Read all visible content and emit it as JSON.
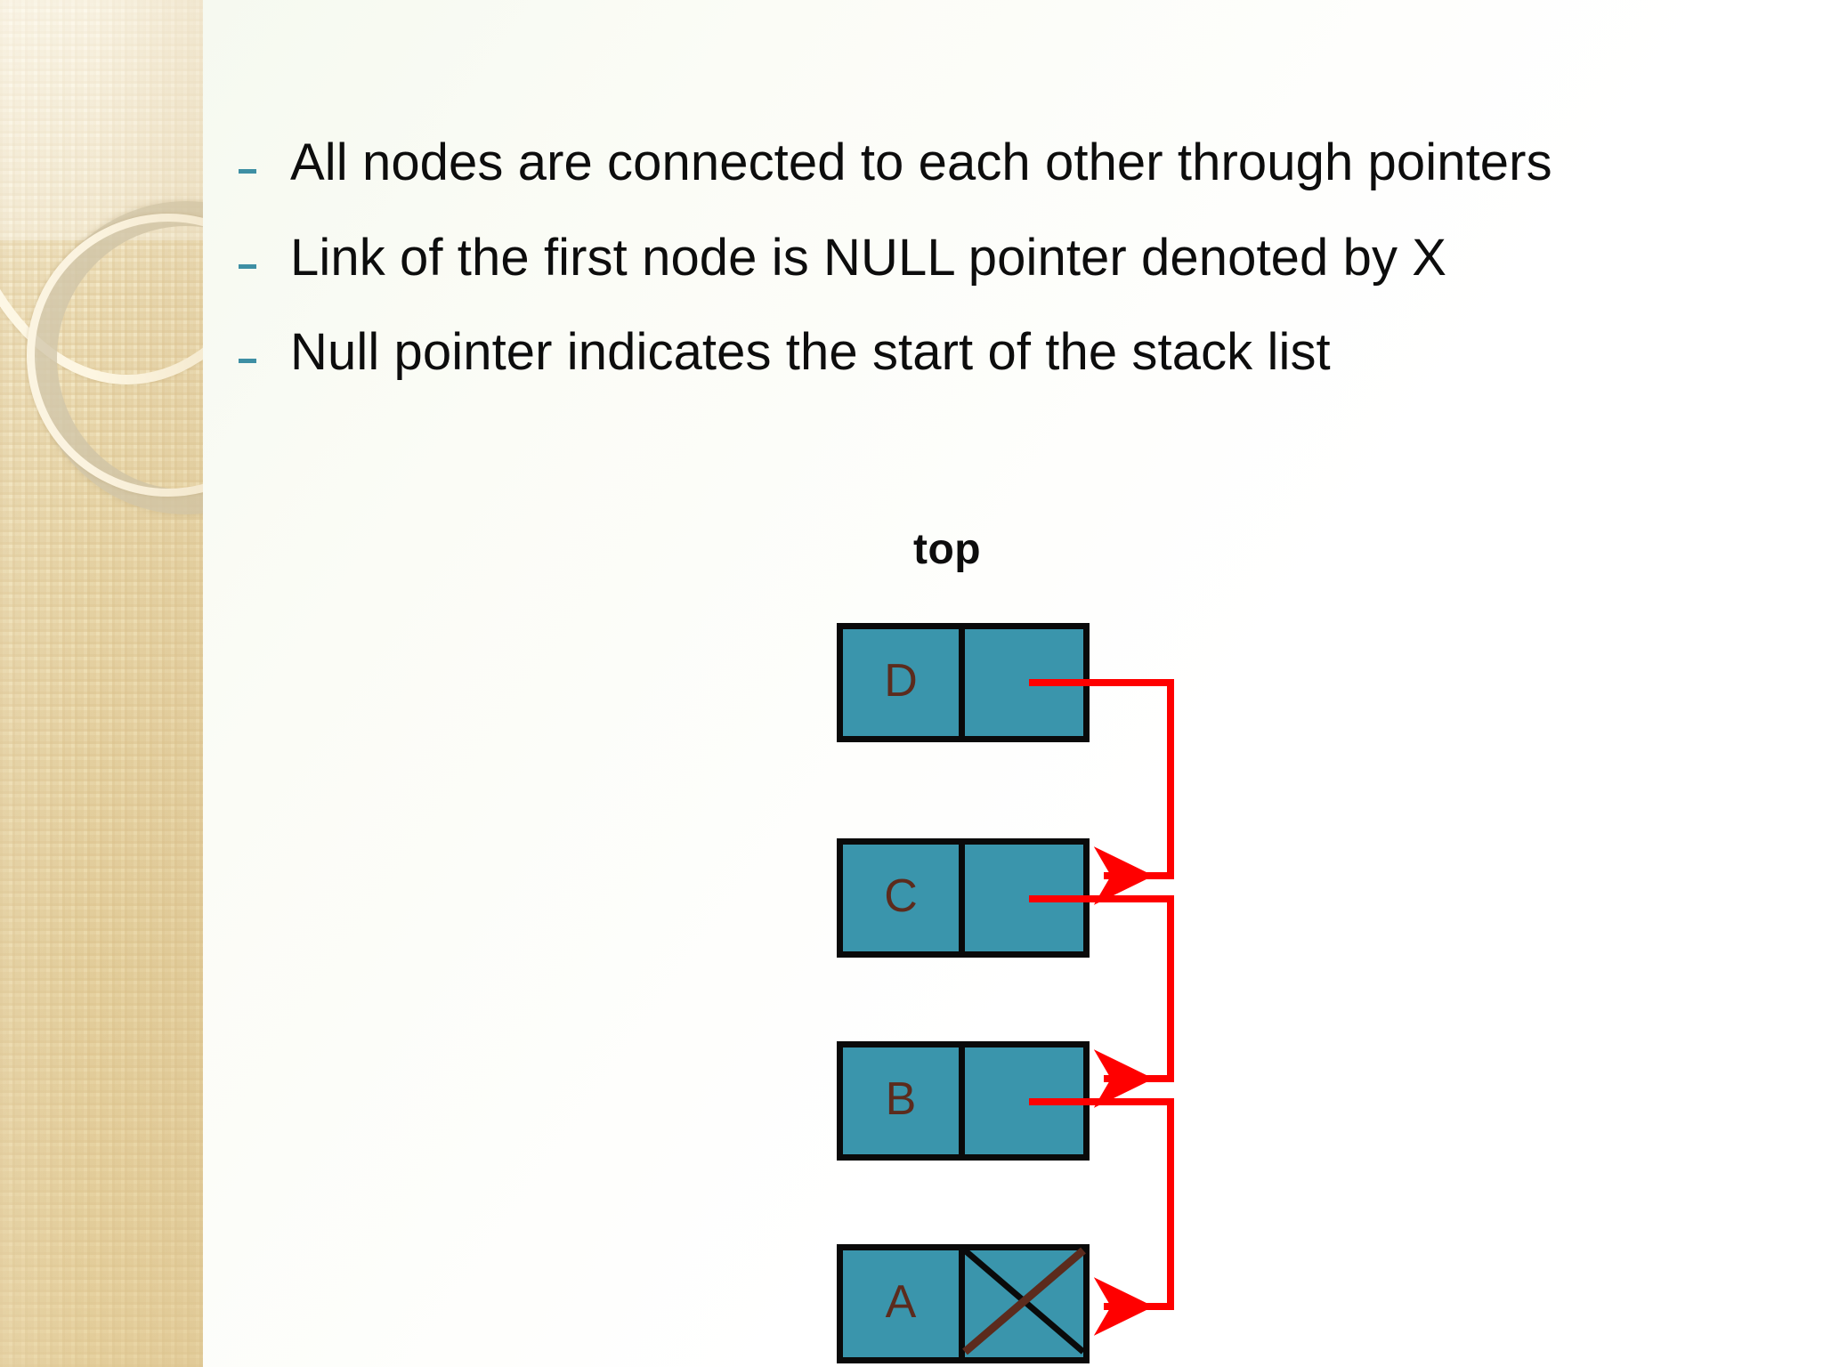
{
  "slide": {
    "background_color": "#ffffff",
    "accent_color": "#3e8fa4",
    "sidebar_color": "#ead7a6"
  },
  "bullets": [
    {
      "marker": "dash-bullet",
      "text": "All nodes are connected to each other through pointers"
    },
    {
      "marker": "dash-bullet",
      "text": "Link of the first node is NULL pointer denoted by X"
    },
    {
      "marker": "dash-bullet",
      "text": "Null pointer indicates the start of the stack list"
    }
  ],
  "diagram": {
    "type": "linked-list-stack",
    "top_label": "top",
    "node_fill": "#3a95ac",
    "node_border": "#0a0a0a",
    "letter_color": "#5c2b1d",
    "pointer_color": "#ff0000",
    "nodes": [
      {
        "value": "D",
        "link": "pointer",
        "points_to": "C"
      },
      {
        "value": "C",
        "link": "pointer",
        "points_to": "B"
      },
      {
        "value": "B",
        "link": "pointer",
        "points_to": "A"
      },
      {
        "value": "A",
        "link": "null",
        "points_to": ""
      }
    ],
    "null_symbol": "X"
  }
}
